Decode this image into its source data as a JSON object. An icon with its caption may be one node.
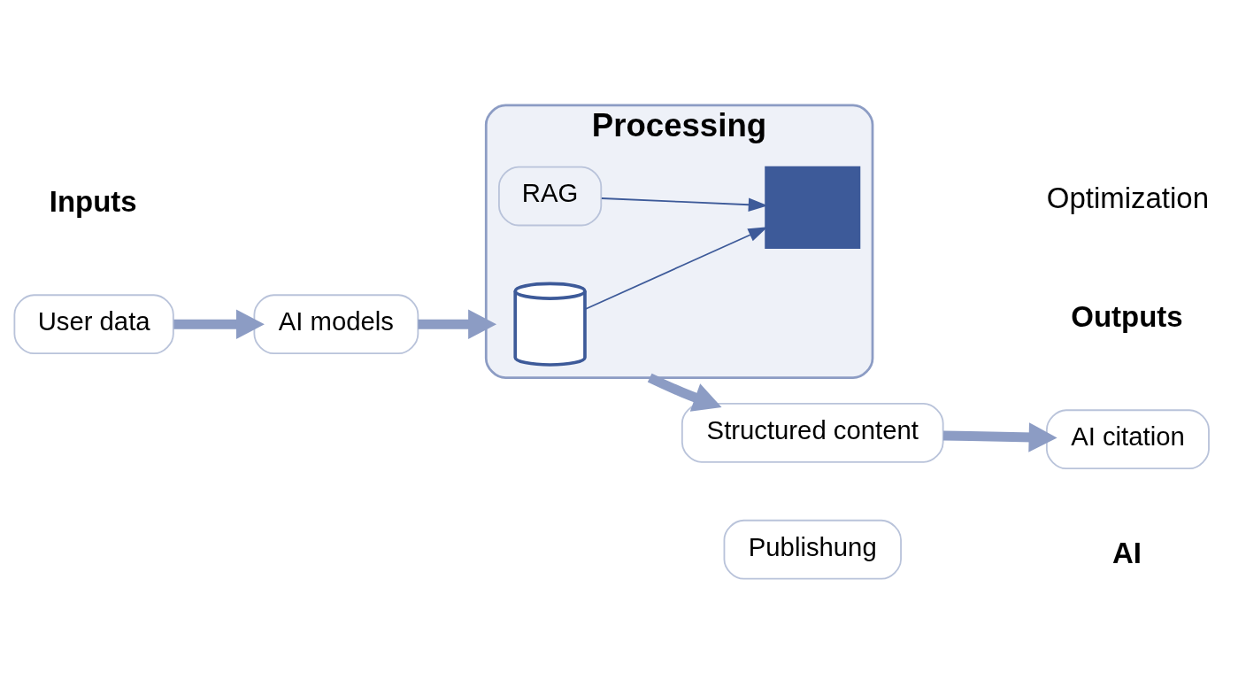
{
  "diagram": {
    "nodes": [
      {
        "text": [
          "User data"
        ]
      },
      {
        "text": [
          "AI models"
        ]
      },
      {
        "text": [
          "Processing"
        ]
      },
      {
        "text": [],
        "shape": "cylinder",
        "in": 2
      },
      {
        "text": [
          "RAG"
        ],
        "in": 2
      },
      {
        "text": [],
        "shape": "box",
        "in": 2
      },
      {
        "text": [
          "Structured content"
        ]
      },
      {
        "text": [
          "Publishung"
        ]
      },
      {
        "text": [
          "AI citation"
        ]
      }
    ],
    "edges": [
      {
        "from": 0,
        "to": 1,
        "arrow": "to"
      },
      {
        "from": 1,
        "to": 2,
        "arrow": "to"
      },
      {
        "from": 3,
        "to": 5,
        "arrow": "to",
        "color": "#3d5a99"
      },
      {
        "from": 4,
        "to": 5,
        "arrow": "to",
        "color": "#3d5a99"
      },
      {
        "from": 2,
        "to": 6,
        "arrow": "to"
      },
      {
        "from": 6,
        "to": 8,
        "arrow": "to"
      }
    ],
    "labels": [
      "Inputs",
      "Outputs",
      "Optimization",
      "AI"
    ]
  }
}
